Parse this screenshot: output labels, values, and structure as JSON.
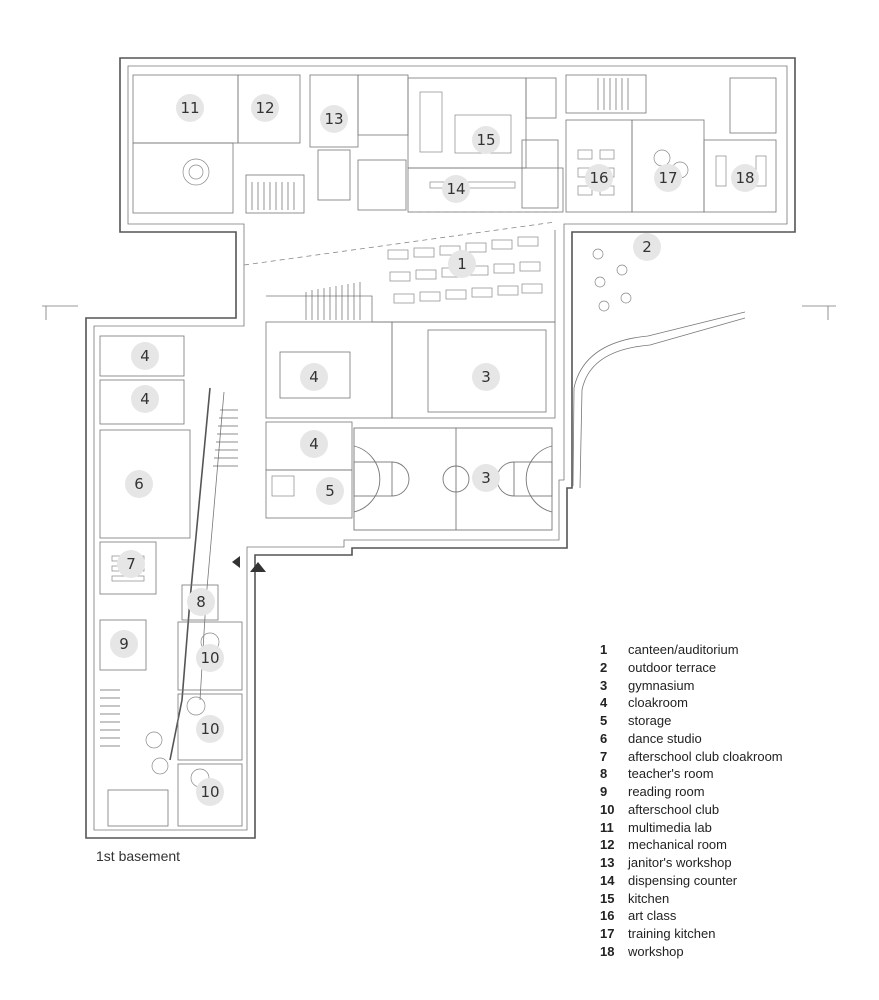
{
  "plan_label": "1st basement",
  "legend": [
    {
      "number": "1",
      "label": "canteen/auditorium"
    },
    {
      "number": "2",
      "label": "outdoor terrace"
    },
    {
      "number": "3",
      "label": "gymnasium"
    },
    {
      "number": "4",
      "label": "cloakroom"
    },
    {
      "number": "5",
      "label": "storage"
    },
    {
      "number": "6",
      "label": "dance studio"
    },
    {
      "number": "7",
      "label": "afterschool club cloakroom"
    },
    {
      "number": "8",
      "label": "teacher's room"
    },
    {
      "number": "9",
      "label": "reading room"
    },
    {
      "number": "10",
      "label": "afterschool club"
    },
    {
      "number": "11",
      "label": "multimedia lab"
    },
    {
      "number": "12",
      "label": "mechanical room"
    },
    {
      "number": "13",
      "label": "janitor's workshop"
    },
    {
      "number": "14",
      "label": "dispensing counter"
    },
    {
      "number": "15",
      "label": "kitchen"
    },
    {
      "number": "16",
      "label": "art class"
    },
    {
      "number": "17",
      "label": "training kitchen"
    },
    {
      "number": "18",
      "label": "workshop"
    }
  ],
  "room_markers": [
    "1",
    "2",
    "3",
    "3",
    "4",
    "4",
    "4",
    "4",
    "5",
    "6",
    "7",
    "8",
    "9",
    "10",
    "10",
    "10",
    "11",
    "12",
    "13",
    "14",
    "15",
    "16",
    "17",
    "18"
  ]
}
